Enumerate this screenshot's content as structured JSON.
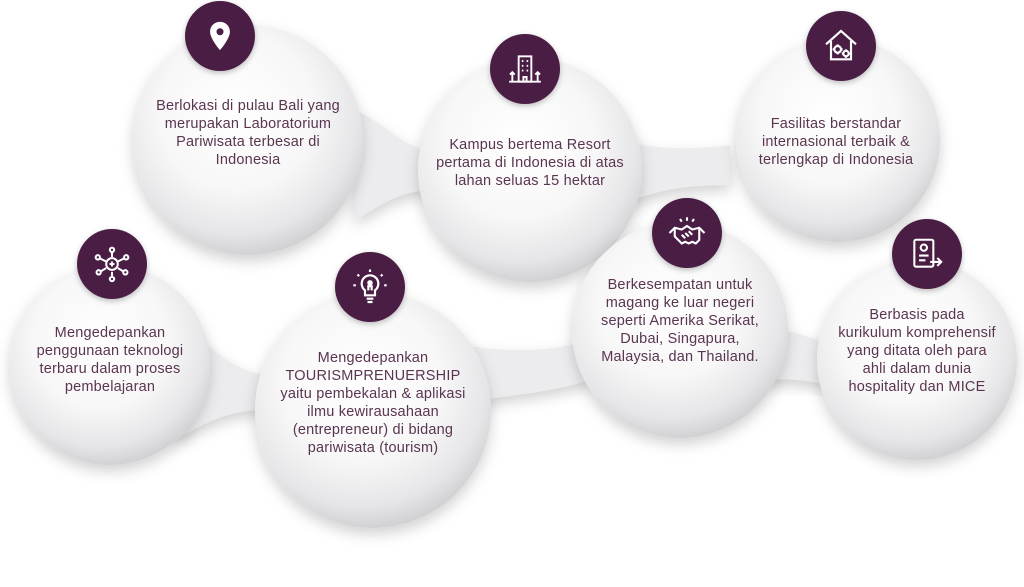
{
  "colors": {
    "accent": "#4a1e44",
    "text": "#5a3550"
  },
  "features": [
    {
      "icon": "location-pin-icon",
      "text": "Berlokasi di pulau Bali yang merupakan Laboratorium Pariwisata terbesar di Indonesia"
    },
    {
      "icon": "resort-building-icon",
      "text": "Kampus bertema Resort pertama di Indonesia di atas lahan seluas 15 hektar"
    },
    {
      "icon": "house-gears-icon",
      "text": "Fasilitas berstandar internasional terbaik & terlengkap di Indonesia"
    },
    {
      "icon": "technology-network-icon",
      "text": "Mengedepankan penggunaan teknologi terbaru dalam proses pembelajaran"
    },
    {
      "icon": "lightbulb-person-icon",
      "text": "Mengedepankan TOURISMPRENUERSHIP yaitu pembekalan & aplikasi ilmu kewirausahaan (entrepreneur) di bidang pariwisata (tourism)"
    },
    {
      "icon": "handshake-icon",
      "text": "Berkesempatan untuk magang ke luar negeri seperti Amerika Serikat, Dubai, Singapura, Malaysia, dan Thailand."
    },
    {
      "icon": "curriculum-document-icon",
      "text": "Berbasis pada kurikulum komprehensif yang ditata oleh para ahli dalam dunia hospitality dan MICE"
    }
  ]
}
